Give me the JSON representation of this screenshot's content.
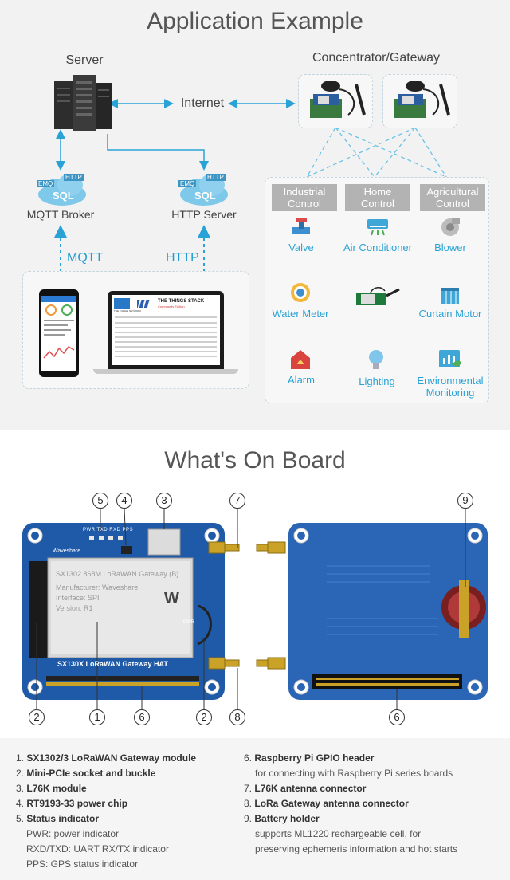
{
  "app": {
    "title": "Application Example",
    "server_label": "Server",
    "concentrator_label": "Concentrator/Gateway",
    "internet_label": "Internet",
    "mqtt_broker_label": "MQTT Broker",
    "http_server_label": "HTTP Server",
    "mqtt_link_label": "MQTT",
    "http_link_label": "HTTP",
    "cloud_tags": {
      "emq": "EMQ",
      "sql": "SQL",
      "http": "HTTP"
    },
    "categories": [
      {
        "line1": "Industrial",
        "line2": "Control"
      },
      {
        "line1": "Home",
        "line2": "Control"
      },
      {
        "line1": "Agricultural",
        "line2": "Control"
      }
    ],
    "devices": {
      "valve": "Valve",
      "air_conditioner": "Air Conditioner",
      "blower": "Blower",
      "water_meter": "Water Meter",
      "curtain_motor": "Curtain Motor",
      "alarm": "Alarm",
      "lighting": "Lighting",
      "env_line1": "Environmental",
      "env_line2": "Monitoring"
    },
    "laptop_header": "THE THINGS STACK",
    "laptop_subheader": "Community Edition",
    "laptop_logo": "THE THINGS NETWORK",
    "colors": {
      "accent": "#1e9bcf",
      "tab": "#b3b3b3"
    }
  },
  "board": {
    "title": "What's On Board",
    "module_line1": "SX1302 868M LoRaWAN Gateway (B)",
    "module_line2": "Manufacturer: Waveshare",
    "module_line3": "Interface: SPI",
    "module_line4": "Version: R1",
    "hat_name": "SX130X LoRaWAN Gateway HAT",
    "brand": "Waveshare",
    "led_labels": "PWR TXD RXD PPS",
    "pwr_label": "PWR",
    "callouts": [
      "1",
      "2",
      "3",
      "4",
      "5",
      "6",
      "7",
      "8",
      "9"
    ],
    "colors": {
      "pcb": "#1e5aa8",
      "pcb_dark": "#174a8e",
      "gold": "#c9a227"
    }
  },
  "features": {
    "left": [
      {
        "num": "1.",
        "title": "SX1302/3 LoRaWAN Gateway module"
      },
      {
        "num": "2.",
        "title": "Mini-PCIe socket and buckle"
      },
      {
        "num": "3.",
        "title": "L76K module"
      },
      {
        "num": "4.",
        "title": "RT9193-33 power chip"
      },
      {
        "num": "5.",
        "title": "Status indicator"
      }
    ],
    "left_subs": [
      "PWR: power indicator",
      "RXD/TXD: UART RX/TX indicator",
      "PPS: GPS status indicator"
    ],
    "right": [
      {
        "num": "6.",
        "title": "Raspberry Pi GPIO header",
        "sub": "for connecting with Raspberry Pi series boards"
      },
      {
        "num": "7.",
        "title": "L76K antenna connector"
      },
      {
        "num": "8.",
        "title": "LoRa Gateway antenna connector"
      },
      {
        "num": "9.",
        "title": "Battery holder",
        "sub": "supports ML1220 rechargeable cell, for",
        "sub2": "preserving ephemeris information and hot starts"
      }
    ]
  }
}
